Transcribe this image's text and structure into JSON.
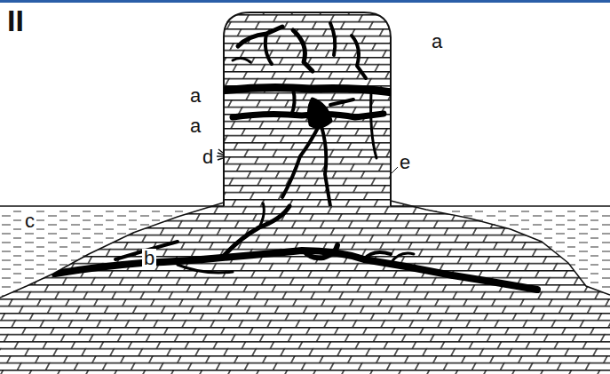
{
  "diagram": {
    "title": "II",
    "labels": [
      "a",
      "a",
      "a",
      "d",
      "e",
      "c",
      "b"
    ]
  }
}
